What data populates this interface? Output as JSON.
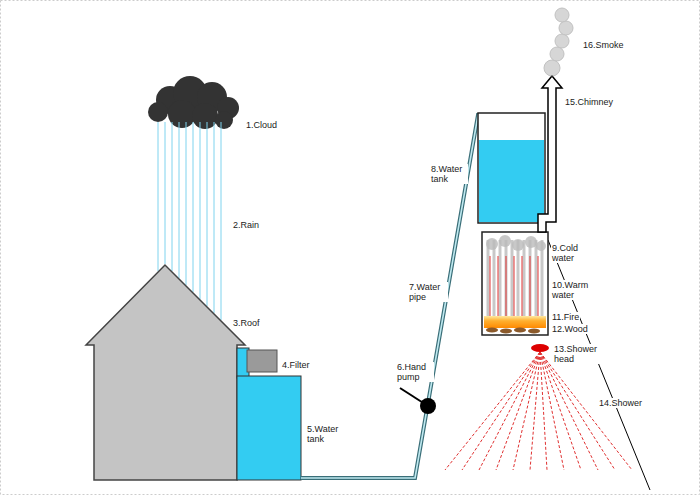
{
  "diagram": {
    "labels": [
      "1.Cloud",
      "2.Rain",
      "3.Roof",
      "4.Filter",
      "5.Water tank",
      "6.Hand pump",
      "7.Water pipe",
      "8.Water tank",
      "9.Cold water",
      "10.Warm water",
      "11.Fire",
      "12.Wood",
      "13.Shower head",
      "14.Shower",
      "15.Chimney",
      "16.Smoke"
    ]
  }
}
